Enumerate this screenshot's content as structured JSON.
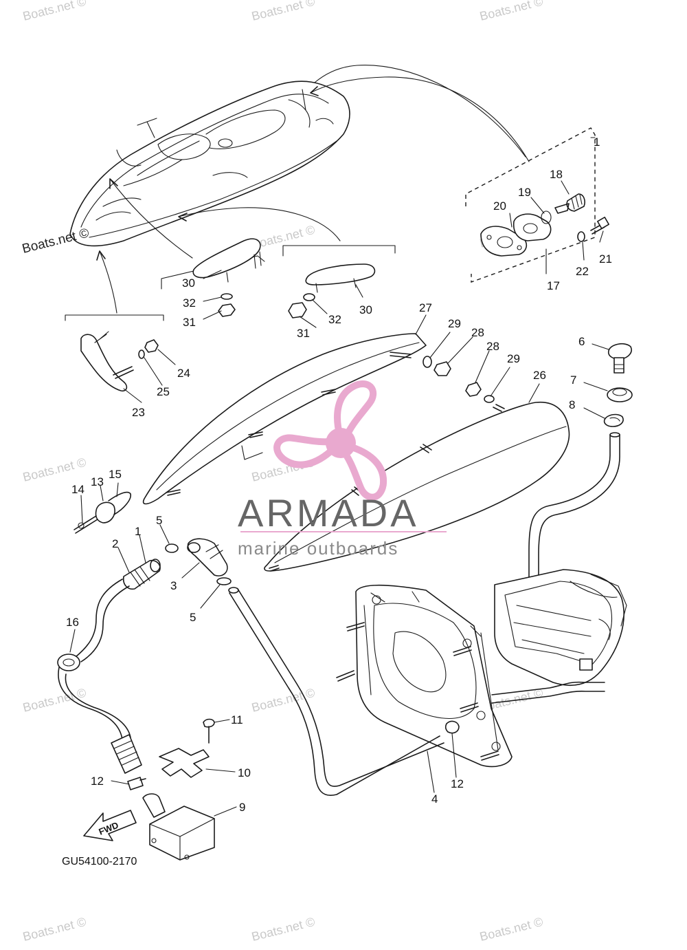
{
  "watermark_text": "Boats.net ©",
  "brand": {
    "name": "ARMADA",
    "tagline": "marine outboards",
    "accent_color": "#e9a9cf",
    "text_color": "#666666"
  },
  "diagram_code": "GU54100-2170",
  "fwd_label": "FWD",
  "callouts": [
    "1",
    "2",
    "3",
    "4",
    "5",
    "6",
    "7",
    "8",
    "9",
    "10",
    "11",
    "12",
    "13",
    "14",
    "15",
    "16",
    "17",
    "18",
    "19",
    "20",
    "21",
    "22",
    "23",
    "24",
    "25",
    "26",
    "27",
    "28",
    "29",
    "30",
    "31",
    "32"
  ],
  "callout_labels": [
    "1",
    "2",
    "3",
    "4",
    "5",
    "5",
    "6",
    "7",
    "8",
    "9",
    "10",
    "11",
    "12",
    "12",
    "13",
    "14",
    "15",
    "16",
    "17",
    "18",
    "19",
    "20",
    "21",
    "22",
    "23",
    "24",
    "25",
    "26",
    "27",
    "28",
    "28",
    "29",
    "29",
    "30",
    "30",
    "31",
    "31",
    "32",
    "32",
    "1"
  ]
}
